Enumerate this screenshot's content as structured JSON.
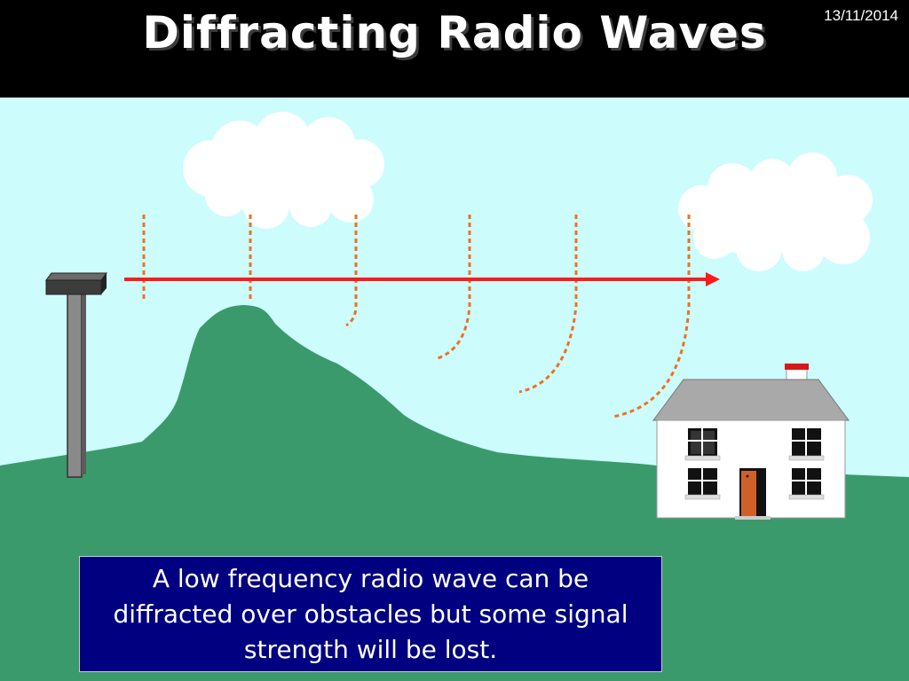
{
  "slide": {
    "title": "Diffracting Radio Waves",
    "date": "13/11/2014",
    "caption": "A low frequency radio wave can be diffracted over obstacles but some signal strength will be lost."
  },
  "colors": {
    "header_bg": "#000000",
    "sky": "#ccfcfc",
    "ground": "#3a9a6b",
    "wave_arrow": "#ff1a1a",
    "wavefront": "#f07020",
    "caption_bg": "#000080",
    "cloud": "#ffffff"
  },
  "icons": [
    "transmitter-mast-icon",
    "hill-icon",
    "house-icon",
    "cloud-icon",
    "wave-arrow-icon"
  ]
}
